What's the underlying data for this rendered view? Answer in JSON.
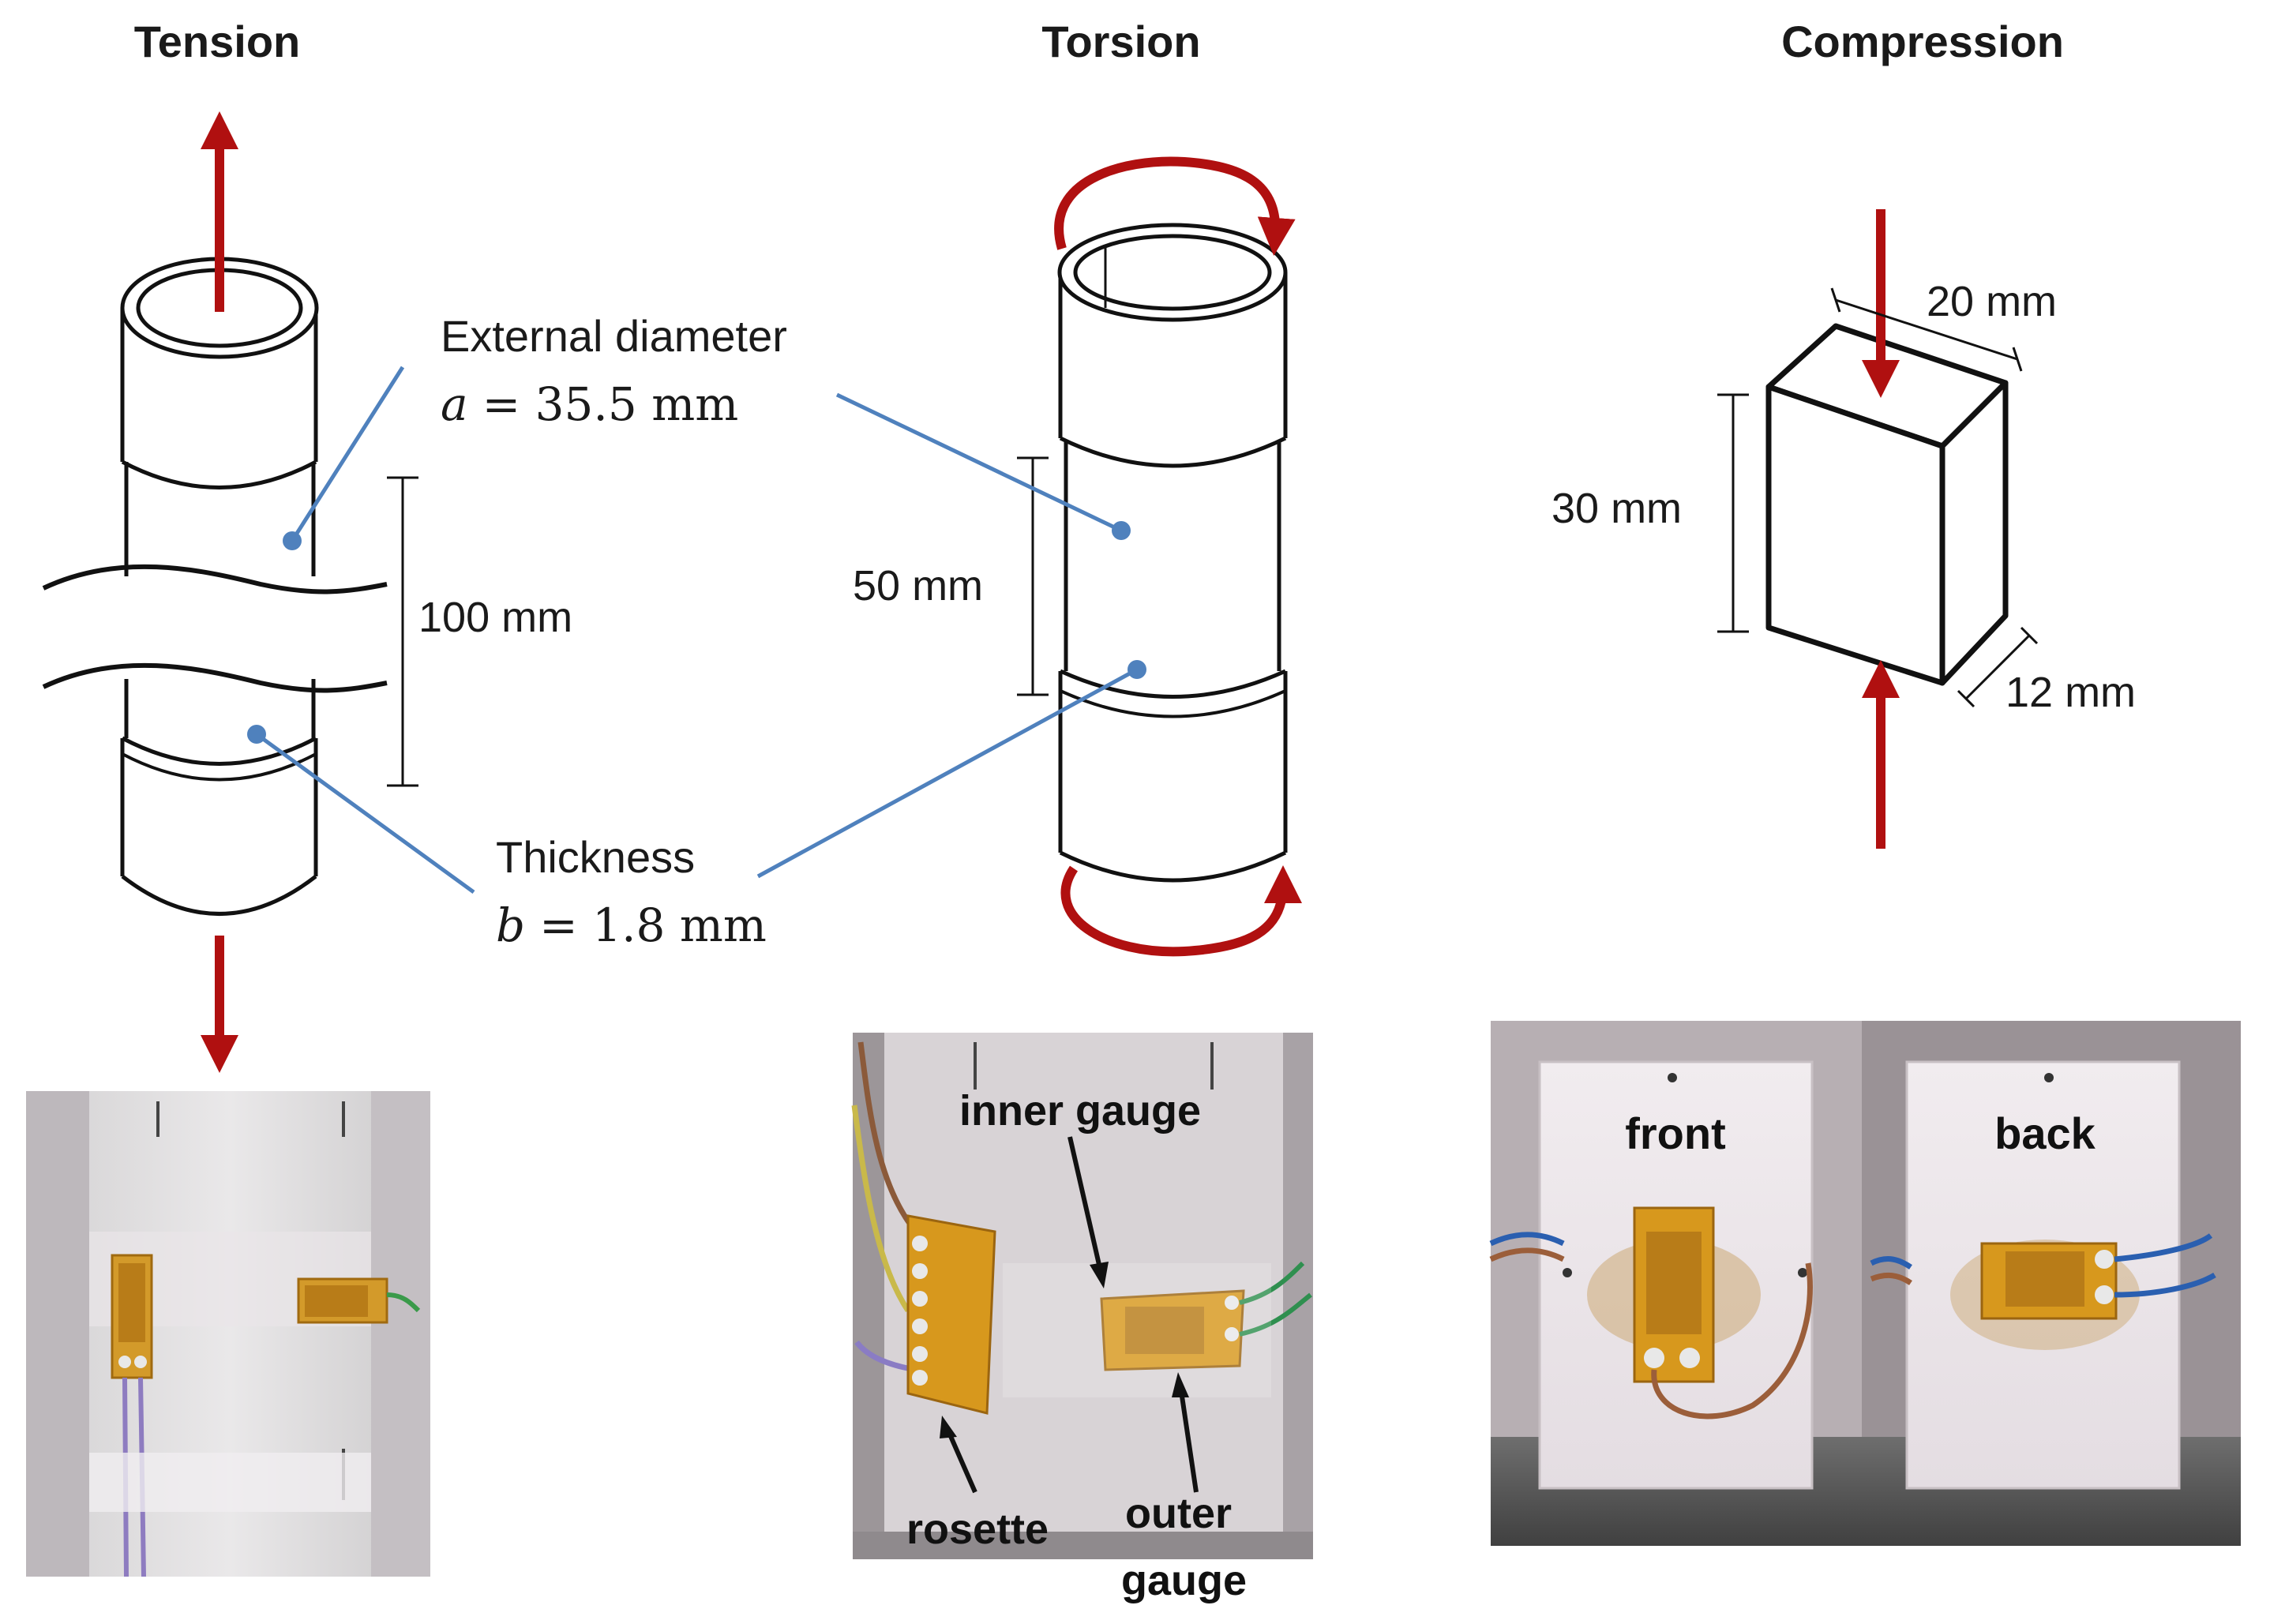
{
  "titles": {
    "tension": "Tension",
    "torsion": "Torsion",
    "compression": "Compression"
  },
  "annotations": {
    "external_diameter_label": "External diameter",
    "external_diameter_var": "a",
    "external_diameter_value": "= 35.5 mm",
    "thickness_label": "Thickness",
    "thickness_var": "b",
    "thickness_value": "= 1.8 mm",
    "tension_length": "100 mm",
    "torsion_length": "50 mm",
    "compression_height": "30 mm",
    "compression_width": "20 mm",
    "compression_depth": "12 mm"
  },
  "photo_labels": {
    "inner_gauge": "inner gauge",
    "rosette": "rosette",
    "outer_gauge_line1": "outer",
    "outer_gauge_line2": "gauge",
    "front": "front",
    "back": "back"
  },
  "colors": {
    "arrow_red": "#b01010",
    "leader_blue": "#4f81bd",
    "outline": "#111111"
  }
}
